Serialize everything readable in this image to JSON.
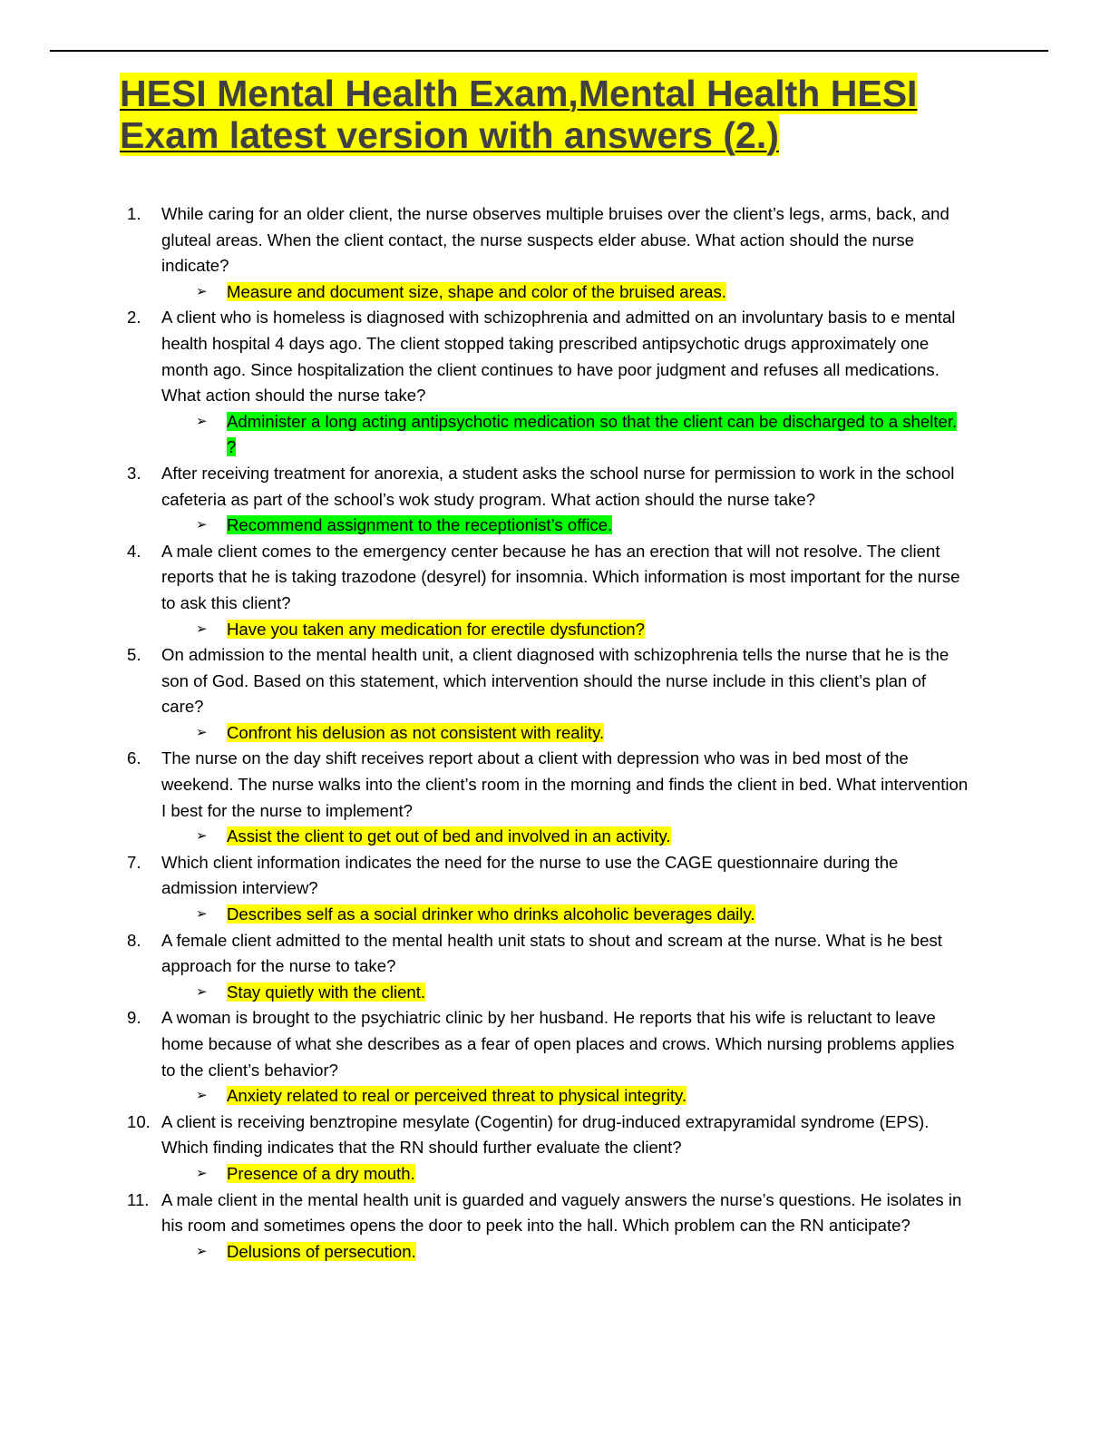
{
  "title": "HESI Mental Health Exam,Mental Health HESI Exam latest version with answers (2.)",
  "bullet": "➢",
  "colors": {
    "highlight_yellow": "#ffff00",
    "highlight_green": "#00ff00",
    "title_text": "#404040"
  },
  "questions": [
    {
      "num": "1.",
      "text": "While caring for an older client, the nurse observes multiple bruises over the client’s legs, arms, back, and gluteal areas. When the client contact, the nurse suspects elder abuse. What action should the nurse indicate?",
      "answer": "Measure and document size, shape and color of the bruised areas.",
      "highlight": "yellow"
    },
    {
      "num": "2.",
      "text": "A client who is homeless is diagnosed with schizophrenia and admitted on an involuntary basis to e mental health hospital 4 days ago. The client stopped taking prescribed antipsychotic drugs approximately one month ago. Since hospitalization the client continues to have poor judgment and refuses all medications. What action should the nurse take?",
      "answer": "Administer a long acting antipsychotic medication so that the client can be discharged to a shelter. ?",
      "highlight": "green"
    },
    {
      "num": "3.",
      "text": "After receiving treatment for anorexia, a student asks the school nurse for permission to work in the school cafeteria as part of the school’s wok study program. What action should the nurse take?",
      "answer": "Recommend assignment to the receptionist’s office.",
      "highlight": "green"
    },
    {
      "num": "4.",
      "text": "A male client comes to the emergency center because he has an erection that will not resolve. The client reports that he is taking trazodone (desyrel) for insomnia. Which information is most important for the nurse to ask this client?",
      "answer": "Have you taken any medication for erectile dysfunction?",
      "highlight": "yellow"
    },
    {
      "num": "5.",
      "text": "On admission to the mental health unit, a client diagnosed with schizophrenia tells the nurse that he is the son of God. Based on this statement, which intervention should the nurse include in this client’s plan of care?",
      "answer": "Confront his delusion as not consistent with reality.",
      "highlight": "yellow"
    },
    {
      "num": "6.",
      "text": "The nurse on the day shift receives report about a client with depression who was in bed most of the weekend. The nurse walks into the client’s room in the morning and finds the client in bed. What intervention I best for the nurse to implement?",
      "answer": "Assist the client to get out of bed and involved in an activity.",
      "highlight": "yellow"
    },
    {
      "num": "7.",
      "text": "Which client information indicates the need for the nurse to use the CAGE questionnaire during the admission interview?",
      "answer": "Describes self as a social drinker who drinks alcoholic beverages daily.",
      "highlight": "yellow"
    },
    {
      "num": "8.",
      "text": "A female client admitted to the mental health unit stats to shout and scream at the nurse. What is he best approach for the nurse to take?",
      "answer": "Stay quietly with the client.",
      "highlight": "yellow"
    },
    {
      "num": "9.",
      "text": "A woman is brought to the psychiatric clinic by her husband. He reports that his wife is reluctant to leave home because of what she describes as a fear of open places and crows. Which nursing problems applies to the client’s behavior?",
      "answer": "Anxiety related to real or perceived threat to physical integrity.",
      "highlight": "yellow"
    },
    {
      "num": "10.",
      "text": "A client is receiving benztropine mesylate (Cogentin) for drug-induced extrapyramidal syndrome (EPS). Which finding indicates that the RN should further evaluate the client?",
      "answer": "Presence of a dry mouth.",
      "highlight": "yellow"
    },
    {
      "num": "11.",
      "text": "A male client in the mental health unit is guarded and vaguely answers the nurse’s questions. He isolates in his room and sometimes opens the door to peek into the hall. Which problem can the RN anticipate?",
      "answer": "Delusions of persecution.",
      "highlight": "yellow"
    }
  ]
}
